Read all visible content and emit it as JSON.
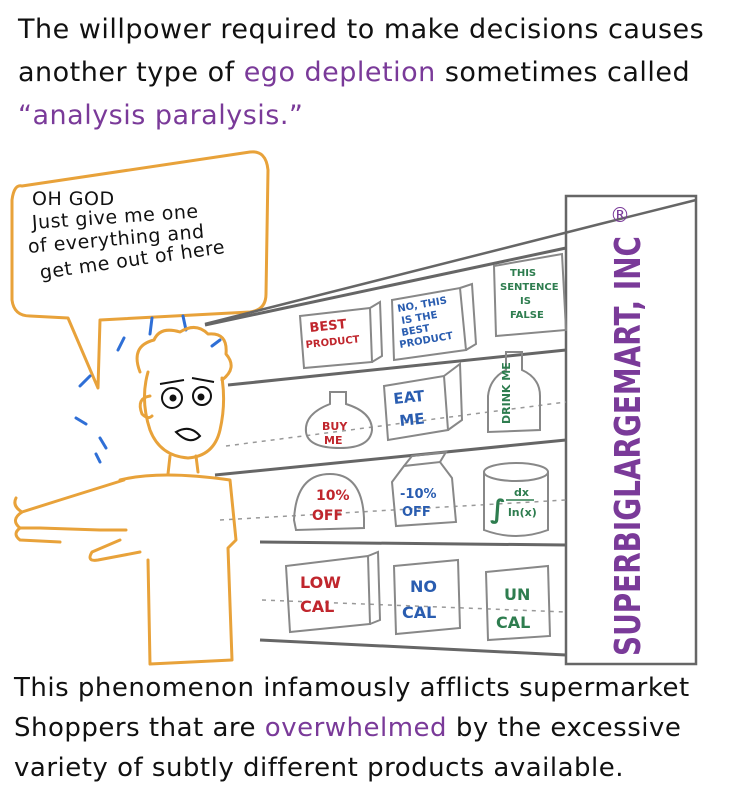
{
  "caption_top": {
    "line1": "The willpower required to make decisions causes",
    "line2_pre": "another type of ",
    "line2_hl": "ego depletion",
    "line2_post": " sometimes called",
    "line3_hl": "“analysis paralysis.”"
  },
  "speech": {
    "line1": "OH GOD",
    "line2": "Just give me one",
    "line3": "of everything and",
    "line4": "get me out of here"
  },
  "store_sign": "SUPERBIGLARGEMART, INC",
  "store_sign_mark": "®",
  "products": {
    "best_product": [
      "BEST",
      "PRODUCT"
    ],
    "no_this": [
      "NO, THIS",
      "IS THE",
      "BEST",
      "PRODUCT"
    ],
    "this_sentence": [
      "THIS",
      "SENTENCE",
      "IS",
      "FALSE"
    ],
    "buy_me": [
      "BUY",
      "ME"
    ],
    "eat_me": [
      "EAT",
      "ME"
    ],
    "drink_me": "DRINK ME",
    "ten_off": [
      "10%",
      "OFF"
    ],
    "minus_ten_off": [
      "-10%",
      "OFF"
    ],
    "integral_num": "dx",
    "integral_den": "ln(x)",
    "integral_sign": "∫",
    "low_cal": [
      "LOW",
      "CAL"
    ],
    "no_cal": [
      "NO",
      "CAL"
    ],
    "un_cal": [
      "UN",
      "CAL"
    ]
  },
  "caption_bottom": {
    "line1": "This phenomenon infamously afflicts supermarket",
    "line2_pre": "Shoppers that are ",
    "line2_hl": "overwhelmed",
    "line2_post": " by the excessive",
    "line3": "variety of subtly different products available."
  },
  "colors": {
    "ink": "#111111",
    "highlight": "#7a3a99",
    "person": "#e8a23a",
    "shelf": "#666666",
    "red": "#c0262d",
    "blue": "#2a5db0",
    "green": "#2e7d4f",
    "sweat": "#2f6fd6"
  }
}
